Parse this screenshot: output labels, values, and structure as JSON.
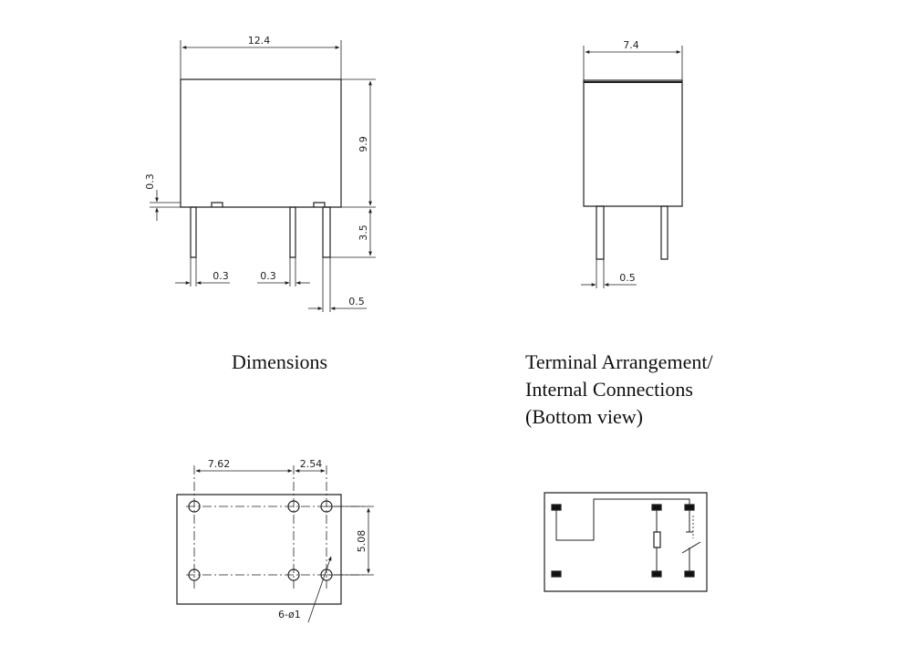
{
  "captions": {
    "dimensions": "Dimensions",
    "terminal_line1": "Terminal Arrangement/",
    "terminal_line2": "Internal Connections",
    "terminal_line3": "(Bottom view)"
  },
  "front_view": {
    "width": "12.4",
    "height": "9.9",
    "pin_length": "3.5",
    "standoff": "0.3",
    "pin_width_1": "0.3",
    "pin_width_2": "0.3",
    "pin_width_3": "0.5"
  },
  "side_view": {
    "width": "7.4",
    "pin_width": "0.5"
  },
  "pcb_layout": {
    "pitch_1": "7.62",
    "pitch_2": "2.54",
    "row_spacing": "5.08",
    "hole_note": "6-ø1"
  }
}
